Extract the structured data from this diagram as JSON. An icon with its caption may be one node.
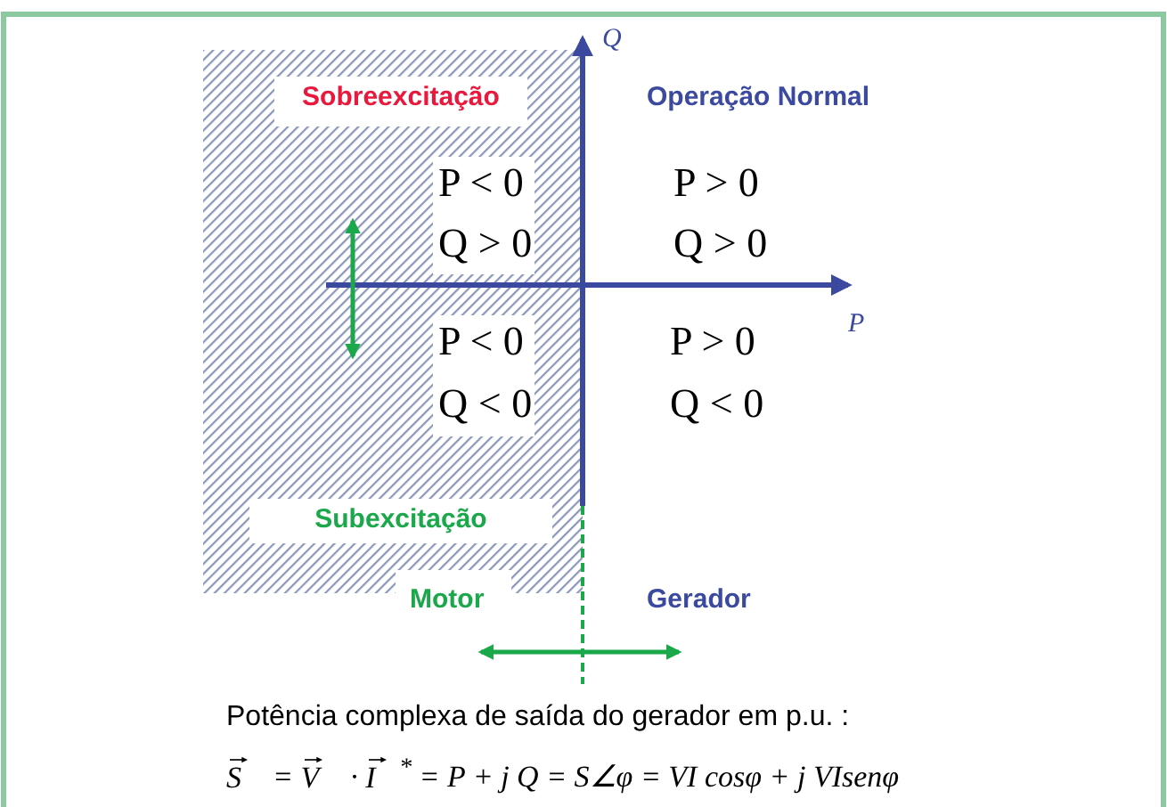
{
  "diagram": {
    "labels": [
      "Q",
      "Sobreexcitação",
      "Operação Normal",
      "P < 0",
      "Q > 0",
      "P > 0",
      "Q > 0",
      "P",
      "P < 0",
      "Q < 0",
      "P > 0",
      "Q < 0",
      "Subexcitação",
      "Motor",
      "Gerador",
      "Potência complexa de saída do gerador em p.u. :",
      "S⃗ = V⃗ · I⃗$^{*}$ = P + j Q = S∠φ = VI cosφ + j VIsenφ"
    ]
  }
}
